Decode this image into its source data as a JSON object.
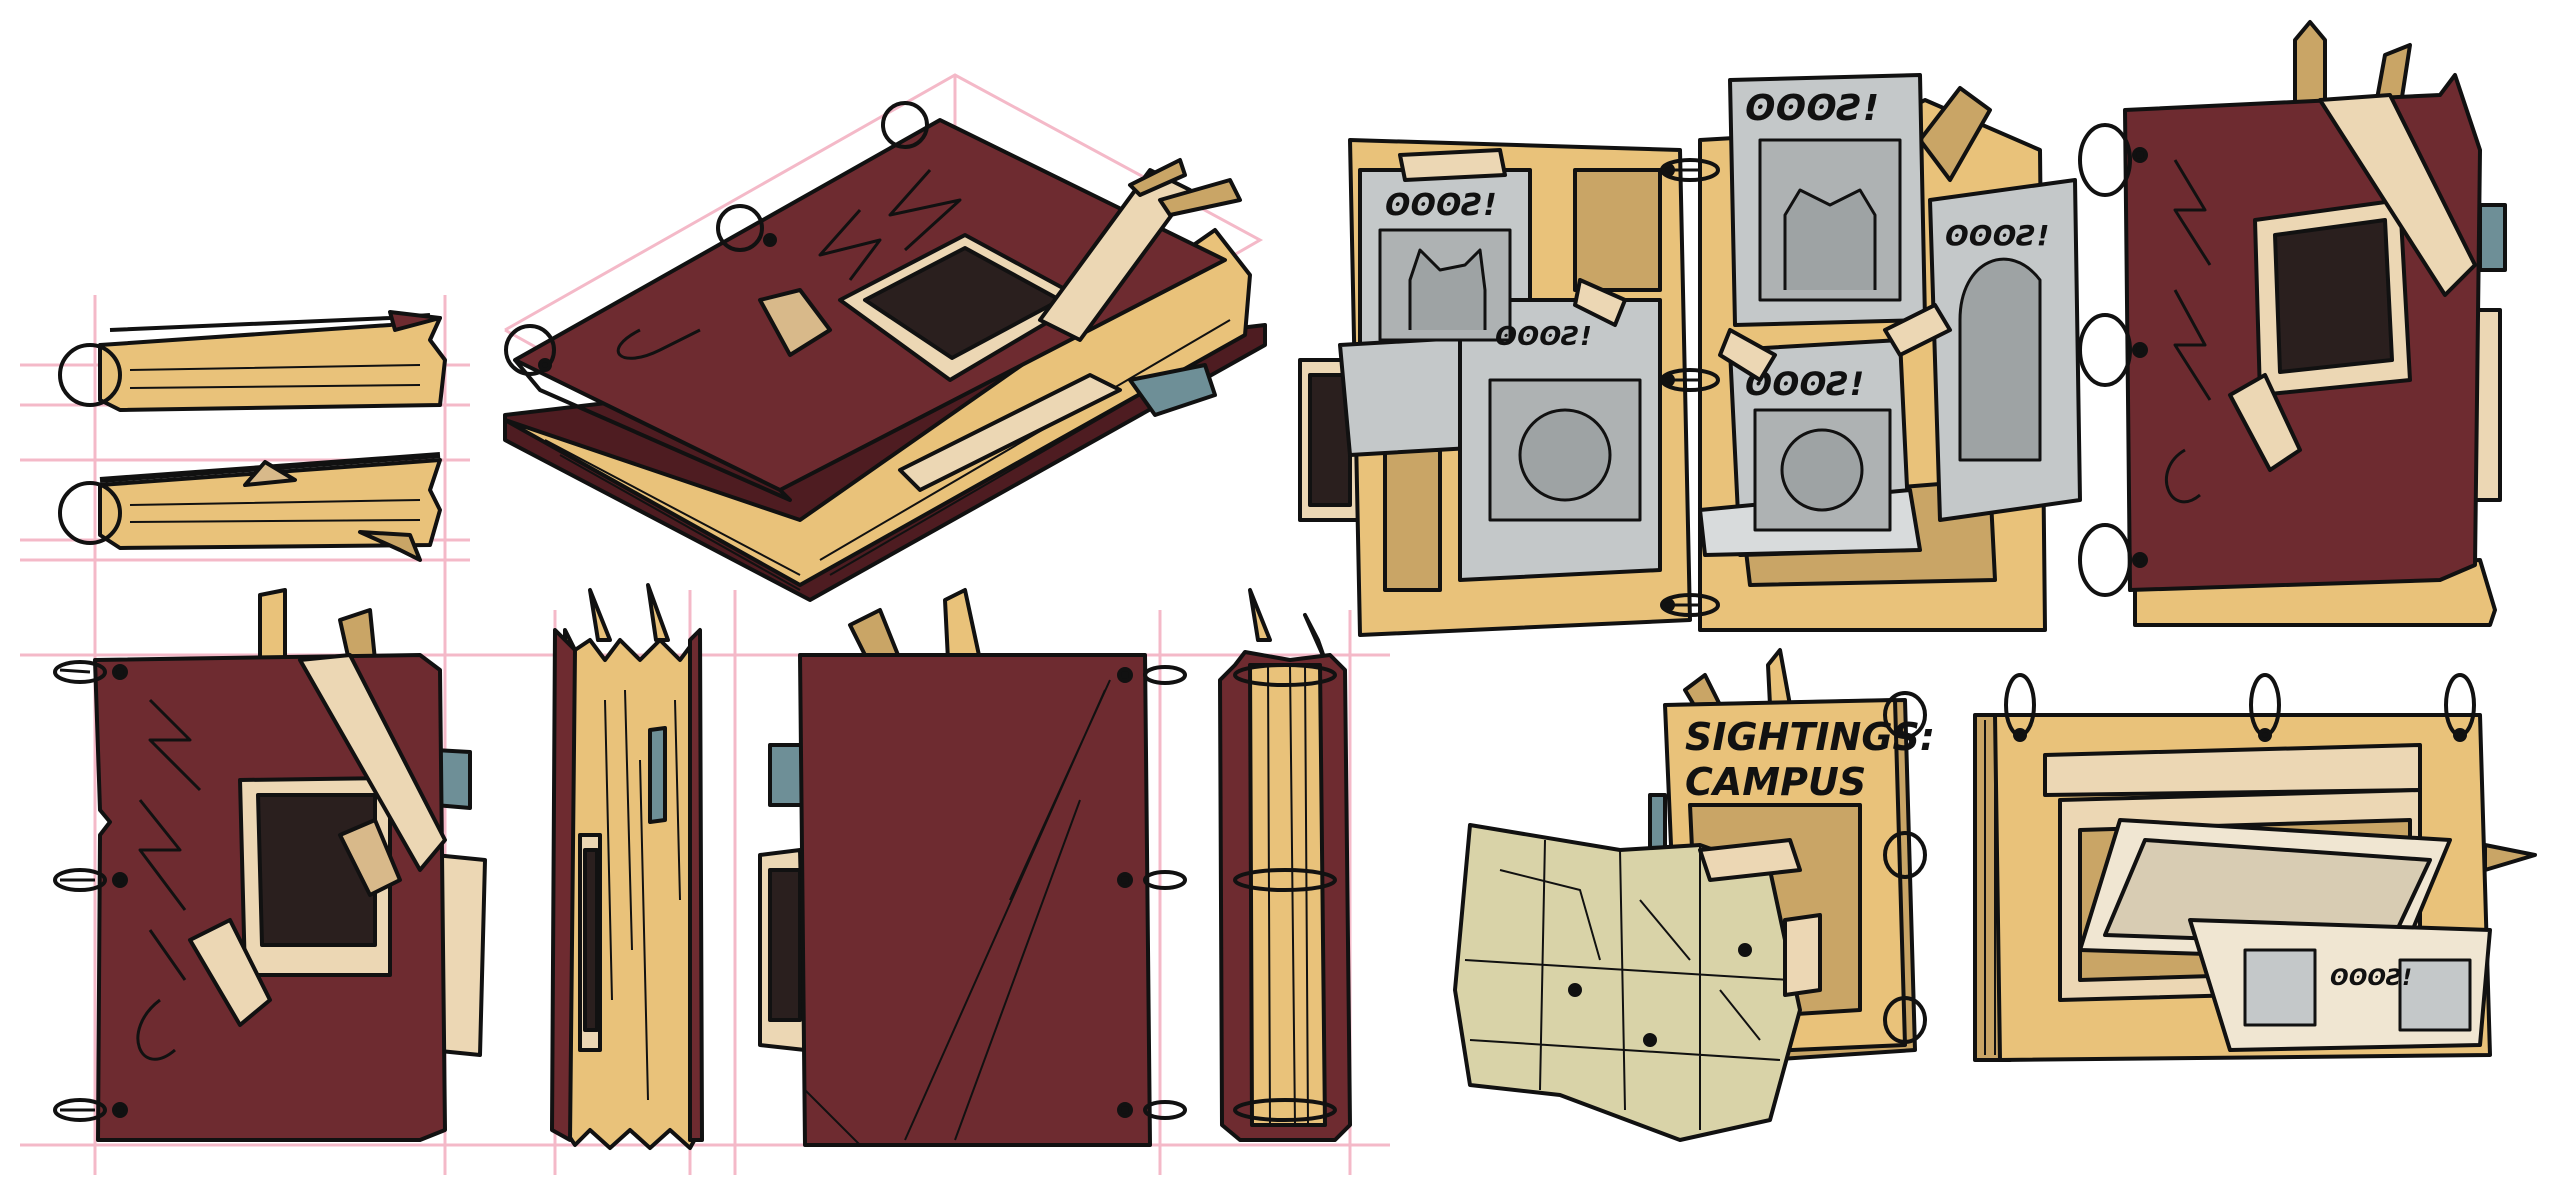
{
  "sheet": {
    "background": "#ffffff",
    "colors": {
      "cover": "#6e2b30",
      "cover_dark": "#4e1c21",
      "page": "#e9c27a",
      "page_dark": "#c9a566",
      "tape": "#ecd7b4",
      "tape_dark": "#d8b98a",
      "photo": "#2a1f1e",
      "grey": "#c4c8c9",
      "tab": "#6e8f97",
      "map": "#d9d3a8",
      "guide": "#f4b9c8",
      "outline": "#111111"
    }
  },
  "labels": {
    "sign_text": "ʘʘʘƧ!",
    "sightings_line1": "SIGHTINGS:",
    "sightings_line2": "CAMPUS"
  }
}
